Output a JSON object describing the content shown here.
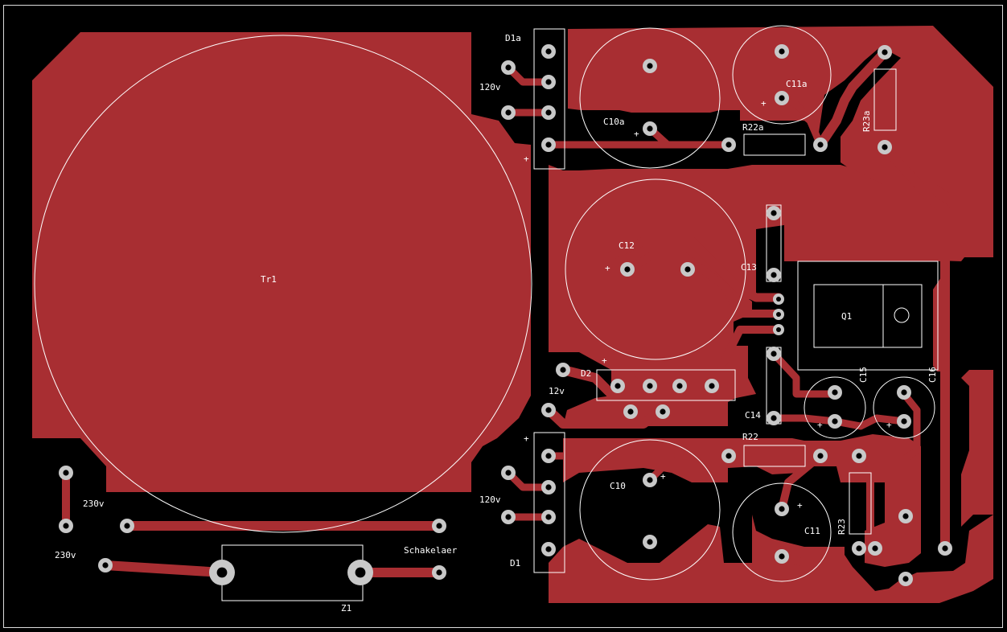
{
  "colors": {
    "background": "#000000",
    "copper": "#a82e32",
    "silkscreen": "#ffffff",
    "pad": "#c8c8c8",
    "drill": "#000000"
  },
  "labels": {
    "tr1": "Tr1",
    "d1a": "D1a",
    "d1": "D1",
    "d2": "D2",
    "q1": "Q1",
    "c10a": "C10a",
    "c10": "C10",
    "c11a": "C11a",
    "c11": "C11",
    "c12": "C12",
    "c13": "C13",
    "c14": "C14",
    "c15": "C15",
    "c16": "C16",
    "r22a": "R22a",
    "r22": "R22",
    "r23a": "R23a",
    "r23": "R23",
    "z1": "Z1",
    "v120_top": "120v",
    "v120_bottom": "120v",
    "v12": "12v",
    "v230_a": "230v",
    "v230_b": "230v",
    "switch": "Schakelaer",
    "plus": "+"
  }
}
